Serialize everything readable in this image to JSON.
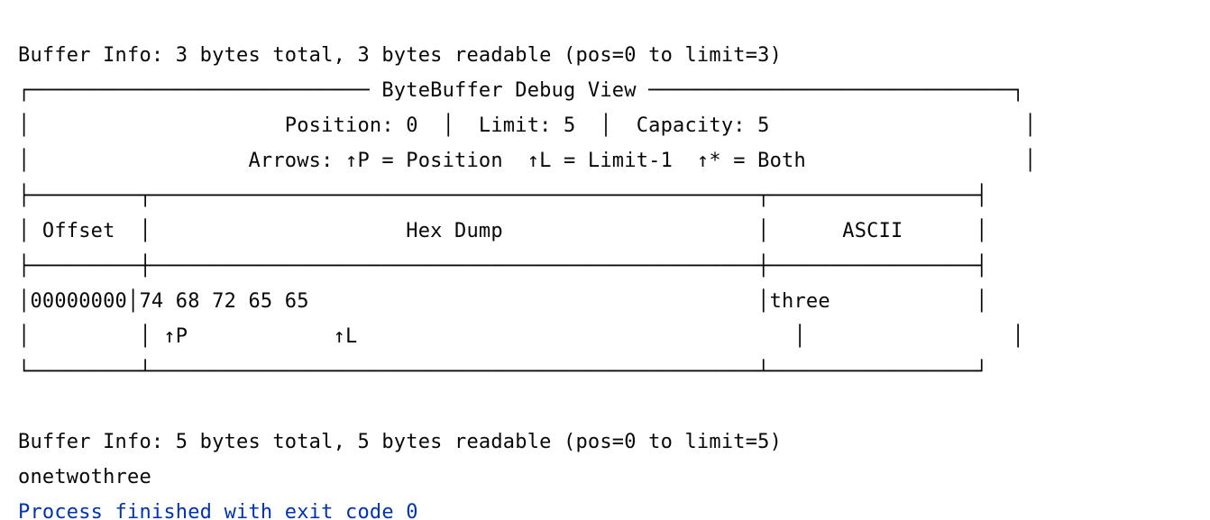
{
  "console": {
    "lines": [
      "Buffer Info: 3 bytes total, 3 bytes readable (pos=0 to limit=3)",
      "┌──────────────────────────── ByteBuffer Debug View ──────────────────────────────┐",
      "│                     Position: 0  │  Limit: 5  │  Capacity: 5                     │",
      "│                  Arrows: ↑P = Position  ↑L = Limit-1  ↑* = Both                  │",
      "├─────────┬──────────────────────────────────────────────────┬─────────────────┤",
      "│ Offset  │                     Hex Dump                     │      ASCII      │",
      "├─────────┼──────────────────────────────────────────────────┼─────────────────┤",
      "│00000000│74 68 72 65 65                                     │three            │",
      "│         │ ↑P            ↑L                                    │                 │",
      "└─────────┴──────────────────────────────────────────────────┴─────────────────┘",
      "",
      "Buffer Info: 5 bytes total, 5 bytes readable (pos=0 to limit=5)",
      "onetwothree"
    ],
    "exit_message": "Process finished with exit code 0"
  },
  "colors": {
    "text": "#080808",
    "exit_message": "#0033b3",
    "background": "#ffffff"
  }
}
